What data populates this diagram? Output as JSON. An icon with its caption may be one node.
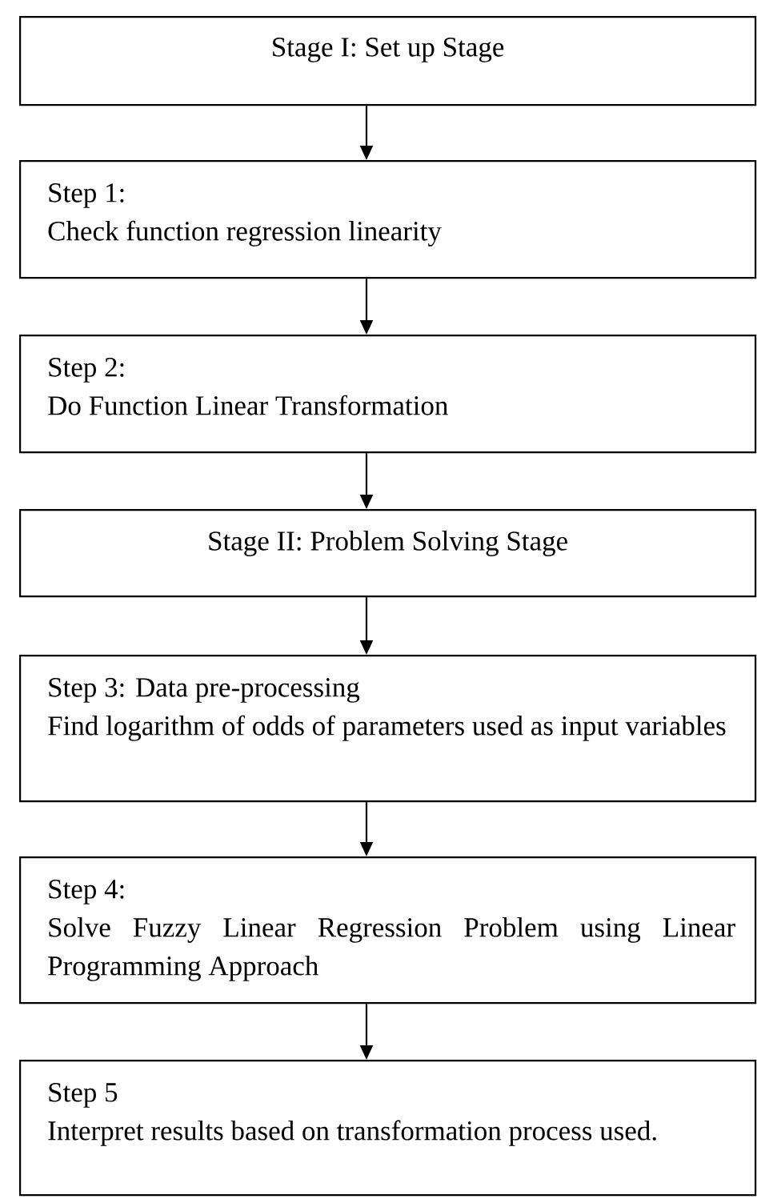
{
  "diagram": {
    "nodes": [
      {
        "text": [
          "Stage I: Set up Stage"
        ]
      },
      {
        "text": [
          "Step 1:",
          "Check function regression linearity"
        ]
      },
      {
        "text": [
          "Step 2:",
          "Do Function Linear Transformation"
        ]
      },
      {
        "text": [
          "Stage II: Problem Solving Stage"
        ]
      },
      {
        "text": [
          "Step 3: Data pre-processing",
          "Find logarithm of odds of parameters used as input variables"
        ]
      },
      {
        "text": [
          "Step 4:",
          "Solve Fuzzy Linear Regression Problem using Linear Programming Approach"
        ]
      },
      {
        "text": [
          "Step 5",
          "Interpret results based on transformation process used."
        ]
      }
    ],
    "edges": [
      {
        "from": 0,
        "to": 1,
        "arrow": "to"
      },
      {
        "from": 1,
        "to": 2,
        "arrow": "to"
      },
      {
        "from": 2,
        "to": 3,
        "arrow": "to"
      },
      {
        "from": 3,
        "to": 4,
        "arrow": "to"
      },
      {
        "from": 4,
        "to": 5,
        "arrow": "to"
      },
      {
        "from": 5,
        "to": 6,
        "arrow": "to"
      }
    ]
  }
}
